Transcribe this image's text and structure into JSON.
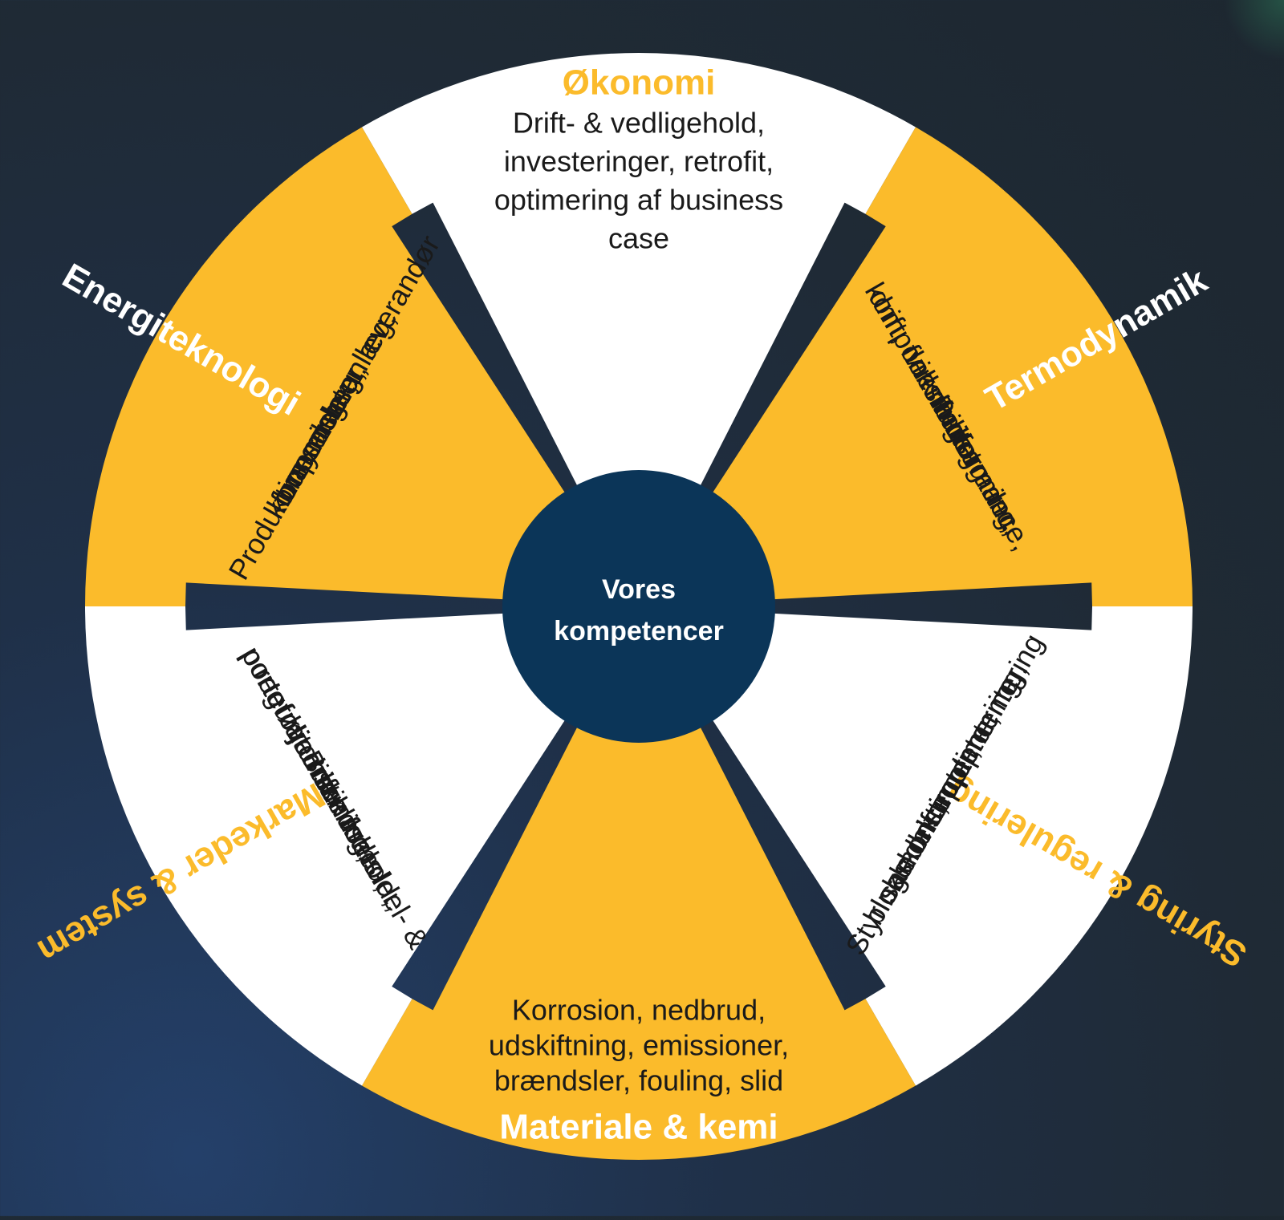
{
  "center": {
    "line1": "Vores",
    "line2": "kompetencer",
    "color": "#0b3558"
  },
  "colors": {
    "yellow": "#fbbb2b",
    "white": "#ffffff",
    "background": "#1e2a36",
    "title_on_white": "#fbbb2b",
    "title_on_yellow": "#ffffff",
    "body_text": "#1a1a1a"
  },
  "segments": [
    {
      "id": "okonomi",
      "title": "Økonomi",
      "fill": "white",
      "lines": [
        "Drift- & vedligehold,",
        "investeringer, retrofit,",
        "optimering af business",
        "case"
      ]
    },
    {
      "id": "termodynamik",
      "title": "Termodynamik",
      "fill": "yellow",
      "lines": [
        "Performance,",
        "virkningsgrader,",
        "komponentudlægning,",
        "drift, fleksibilitet"
      ]
    },
    {
      "id": "styring",
      "title": "Styring & regulering",
      "fill": "white",
      "lines": [
        "Styringskoncepter,",
        "blokledekoncepter,",
        "samdrift, optimering,",
        "instrumentering,",
        "implementering"
      ]
    },
    {
      "id": "materiale",
      "title": "Materiale & kemi",
      "fill": "yellow",
      "lines": [
        "Korrosion, nedbrud,",
        "udskiftning, emissioner,",
        "brændsler, fouling, slid"
      ]
    },
    {
      "id": "markeder",
      "title": "Markeder & system",
      "fill": "white",
      "lines": [
        "Brændsels-, el- &",
        "varmemarkeder,",
        "regulatoriske forhold,",
        "porteføljeudvikling,",
        "porteføljedrift"
      ]
    },
    {
      "id": "energiteknologi",
      "title": "Energiteknologi",
      "fill": "yellow",
      "lines": [
        "Produktionsanlæg,",
        "brændsler,",
        "forsyningsanlæg,",
        "komponenter, leverandør"
      ]
    }
  ]
}
